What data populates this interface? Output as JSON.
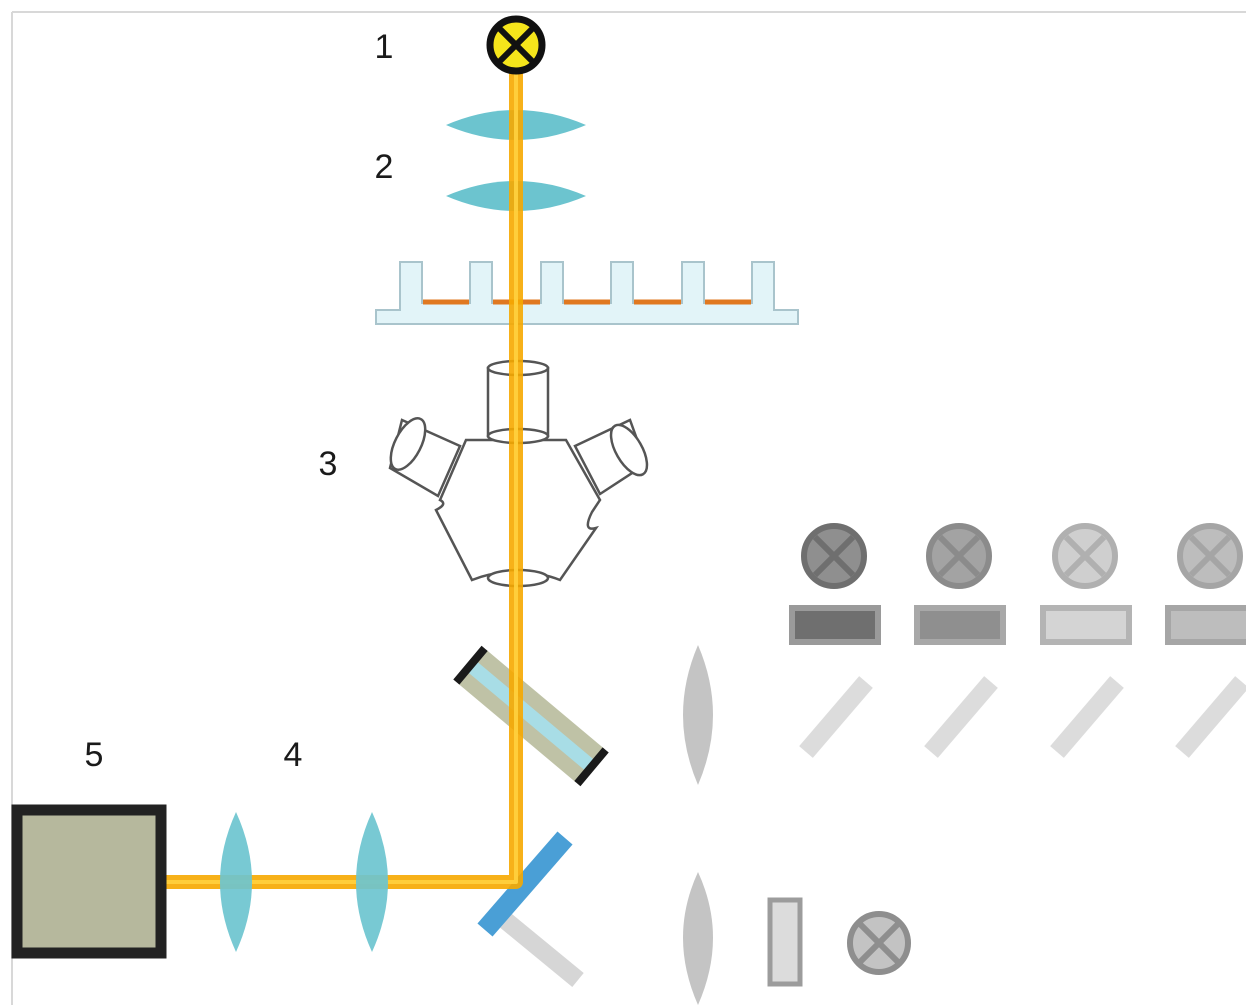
{
  "labels": {
    "light_source": "1",
    "condenser_lenses": "2",
    "objective_turret": "3",
    "relay_lenses": "4",
    "detector": "5"
  },
  "icons": {
    "lamp": "crossed-circle-lamp-icon",
    "lens": "biconvex-lens-icon",
    "mirror": "mirror-icon",
    "filter": "filter-icon"
  },
  "colors": {
    "beam": "#f6a800",
    "beam_core": "#ffd23f",
    "lens": "#6cc4cf",
    "lamp_fill": "#f5e51b",
    "sample": "#e07820",
    "plate": "#e2f4f8",
    "detector": "#b6b89d",
    "dichroic_mirror": "#4a9fd6",
    "inactive_gray": "#c8c8c8"
  }
}
